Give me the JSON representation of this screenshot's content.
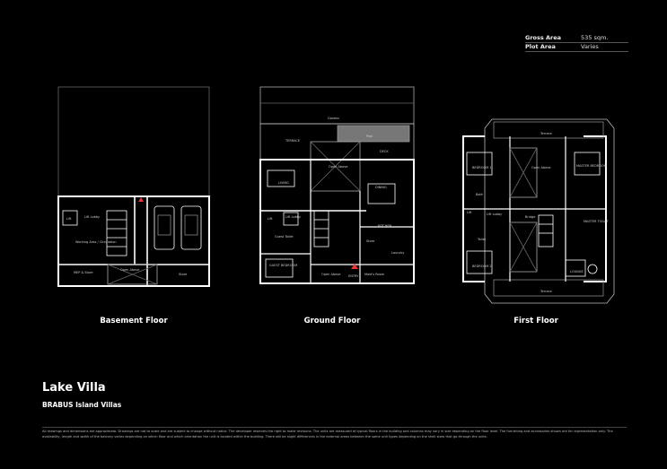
{
  "areas": [
    {
      "label": "Gross Area",
      "value": "535 sqm."
    },
    {
      "label": "Plot Area",
      "value": "Varies"
    }
  ],
  "floors": {
    "basement": "Basement Floor",
    "ground": "Ground Floor",
    "first": "First Floor"
  },
  "rooms": {
    "basement": {
      "lift": "Lift",
      "lift_lobby": "Lift Lobby",
      "working_area": "Working Area / Circulation",
      "mep": "MEP & Store",
      "open_above": "Open Above",
      "store": "Store"
    },
    "ground": {
      "garden": "Garden",
      "pool": "Pool",
      "terrace": "TERRACE",
      "deck": "DECK",
      "living": "LIVING",
      "open_above": "Open Above",
      "dining": "DINING",
      "lift": "Lift",
      "lift_lobby": "Lift Lobby",
      "guest_toilet": "Guest Toilet",
      "kitchen": "KITCHEN",
      "store": "Store",
      "laundry": "Laundry",
      "guest_bedroom": "GUEST BEDROOM",
      "entry": "ENTRY",
      "maids_room": "Maid's Room"
    },
    "first": {
      "terrace_top": "Terrace",
      "bedroom_1": "BEDROOM 1",
      "open_above": "Open Above",
      "master_bedroom": "MASTER BEDROOM",
      "bath": "Bath",
      "lift": "Lift",
      "lift_lobby": "Lift Lobby",
      "bridge": "Bridge",
      "master_toilet": "MASTER TOILET",
      "toilet": "Toilet",
      "bedroom_2": "BEDROOM 2",
      "lounge": "LOUNGE",
      "terrace_bottom": "Terrace"
    }
  },
  "project": {
    "title": "Lake Villa",
    "subtitle": "BRABUS Island Villas"
  },
  "disclaimer": "All drawings and dimensions are approximate. Drawings are not to scale and are subject to change without notice. The developer reserves the right to make revisions. The units are measured at typical floors in the building and columns may vary in size depending on the floor level. The furnishing and accessories shown are for representation only. The availability, length and width of the balcony varies depending on which floor and which orientation the unit is located within the building. There will be slight differences in the external areas between the same unit types depending on the shell sizes that go through the units."
}
